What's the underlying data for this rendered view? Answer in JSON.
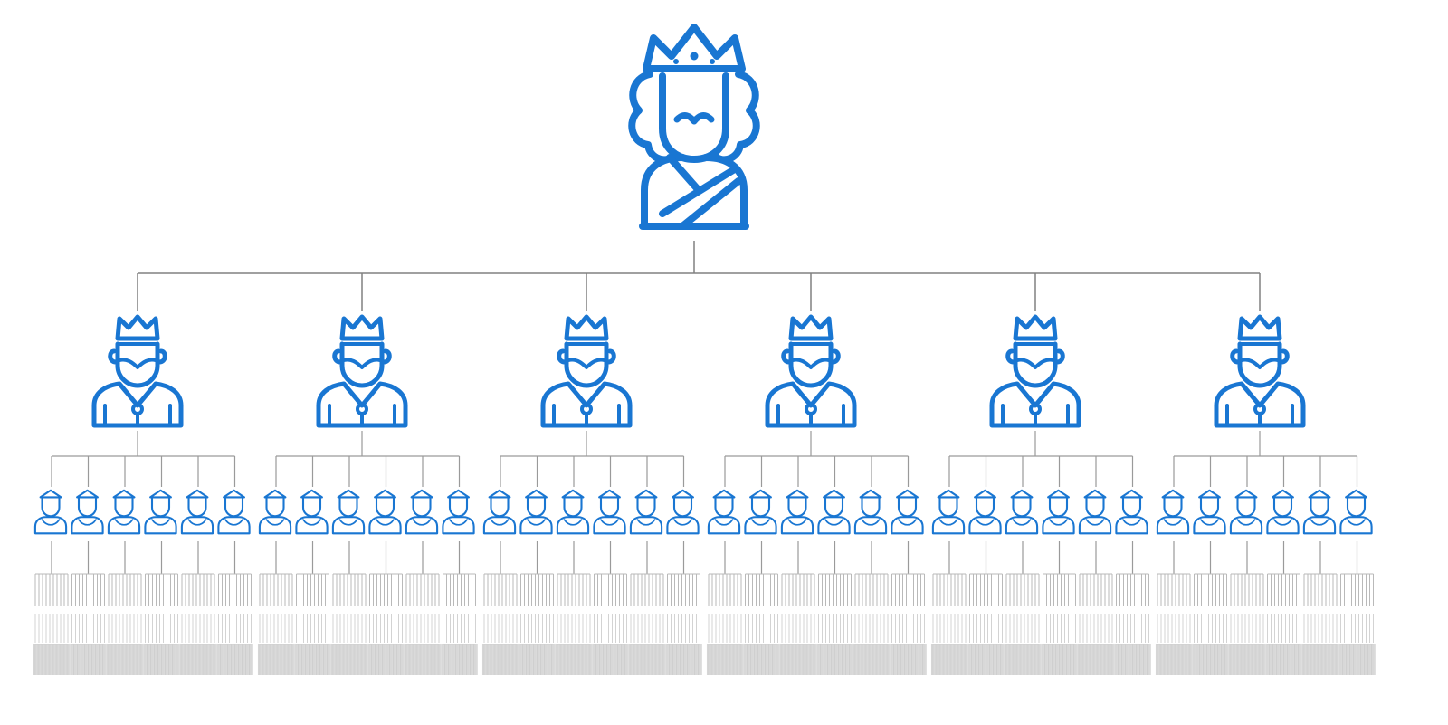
{
  "diagram": {
    "type": "hierarchy-tree",
    "accent_color": "#1976d2",
    "line_color": "#9a9a9a",
    "root": {
      "icon": "king-icon"
    },
    "levels": [
      {
        "icon": "prince-icon",
        "count_per_parent": 6
      },
      {
        "icon": "noble-icon",
        "count_per_parent": 6
      },
      {
        "icon": "subject-icon",
        "count_per_parent": 10
      },
      {
        "icon": "subject-icon",
        "count_per_parent": 4
      }
    ]
  }
}
